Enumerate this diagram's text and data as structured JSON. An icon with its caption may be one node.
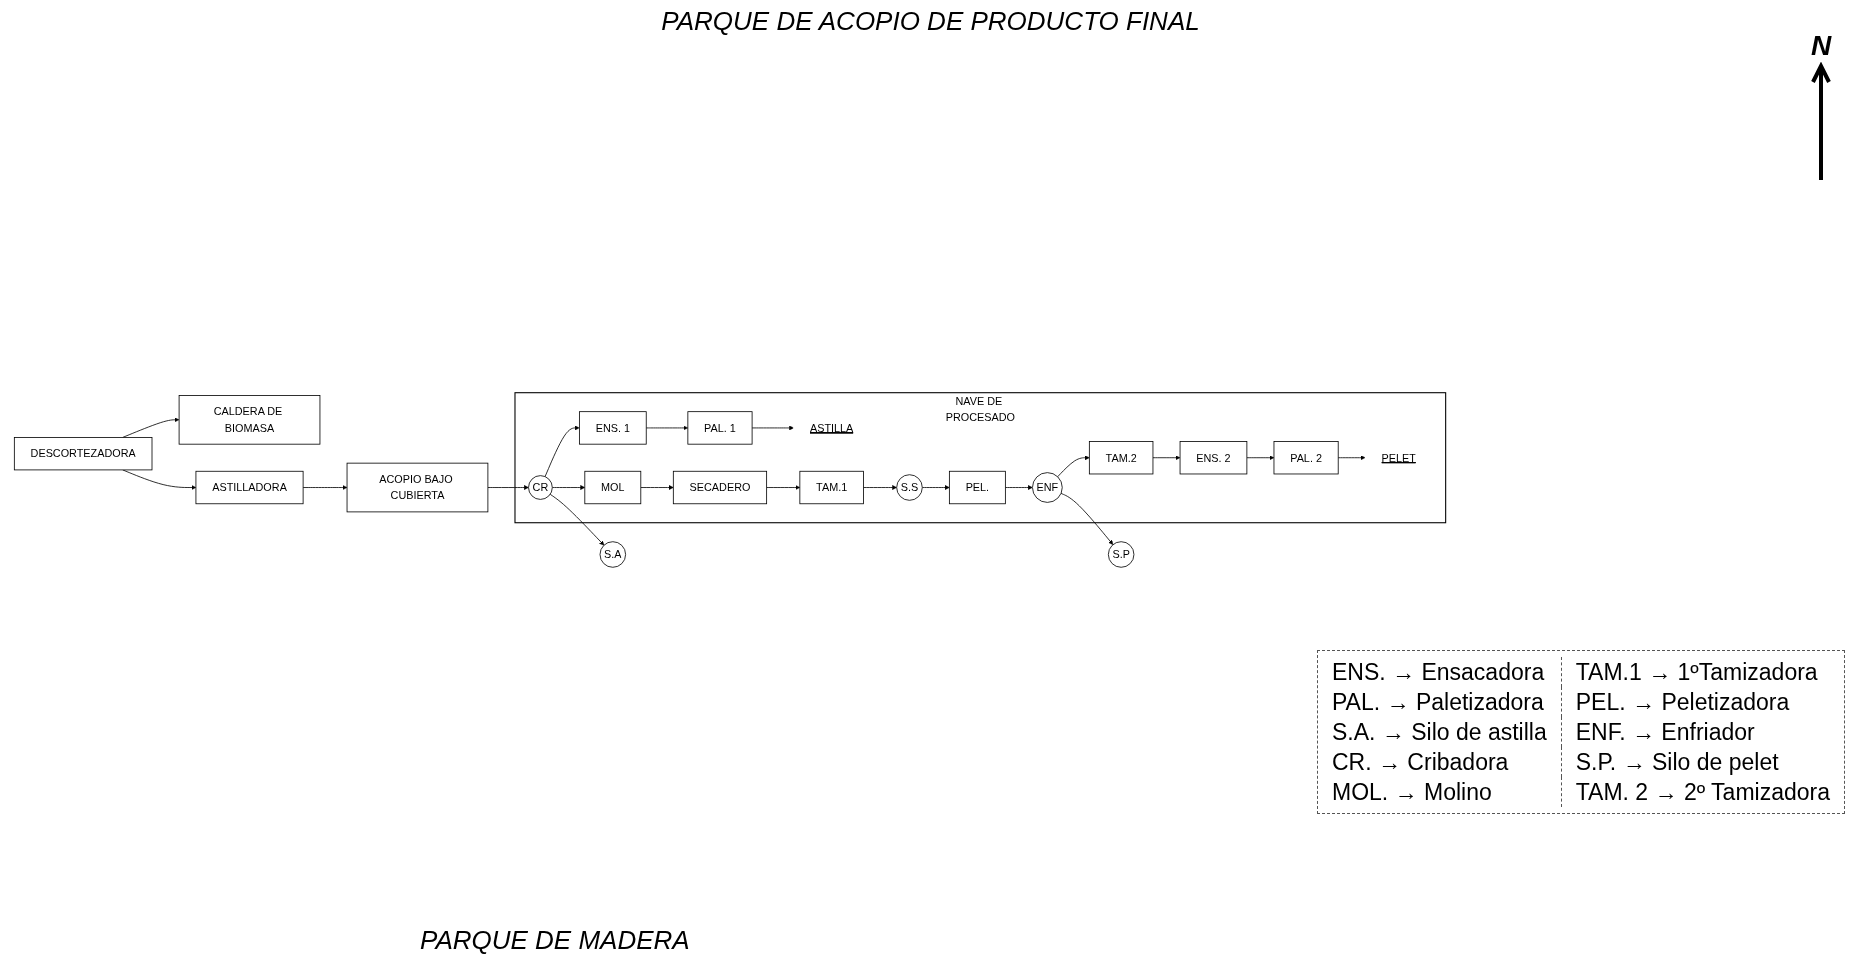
{
  "diagram": {
    "nodes": [
      {
        "text": [
          "NAVE DE PROCESADO"
        ]
      },
      {
        "text": [
          "ENS. 1"
        ],
        "in": 0
      },
      {
        "text": [
          "PAL. 1"
        ],
        "in": 0
      },
      {
        "text": [
          "ASTILLA"
        ],
        "in": 0
      },
      {
        "text": [
          "PELET"
        ],
        "in": 0
      },
      {
        "text": [
          "PAL. 2"
        ],
        "in": 0
      },
      {
        "text": [
          "ENS. 2"
        ],
        "in": 0
      },
      {
        "text": [
          "TAM.2"
        ],
        "in": 0
      },
      {
        "text": [
          "S.A"
        ]
      },
      {
        "text": [
          "CR"
        ],
        "in": 0
      },
      {
        "text": [
          "MOL"
        ],
        "in": 0
      },
      {
        "text": [
          "SECADERO"
        ],
        "in": 0
      },
      {
        "text": [
          "TAM.1"
        ],
        "in": 0
      },
      {
        "text": [
          "S.S"
        ],
        "in": 0
      },
      {
        "text": [
          "PEL."
        ],
        "in": 0
      },
      {
        "text": [
          "ENF"
        ],
        "in": 0
      },
      {
        "text": [
          "S.P"
        ]
      },
      {
        "text": [
          "ACOPIO BAJO CUBIERTA"
        ]
      },
      {
        "text": [
          "CALDERA DE BIOMASA"
        ]
      },
      {
        "text": [
          "ASTILLADORA"
        ]
      },
      {
        "text": [
          "DESCORTEZADORA"
        ]
      }
    ],
    "edges": [
      {
        "from": 9,
        "to": 1,
        "arrow": "to"
      },
      {
        "from": 1,
        "to": 2,
        "arrow": "to"
      },
      {
        "from": 2,
        "to": 3,
        "arrow": "to"
      },
      {
        "from": 7,
        "to": 6,
        "arrow": "to"
      },
      {
        "from": 6,
        "to": 5,
        "arrow": "to"
      },
      {
        "from": 5,
        "to": 4,
        "arrow": "to"
      },
      {
        "from": 15,
        "to": 7,
        "arrow": "to"
      },
      {
        "from": 9,
        "to": 8,
        "arrow": "to"
      },
      {
        "from": 9,
        "to": 10,
        "arrow": "to"
      },
      {
        "from": 10,
        "to": 11,
        "arrow": "to"
      },
      {
        "from": 11,
        "to": 12,
        "arrow": "to"
      },
      {
        "from": 12,
        "to": 13,
        "arrow": "to"
      },
      {
        "from": 13,
        "to": 14,
        "arrow": "to"
      },
      {
        "from": 14,
        "to": 15,
        "arrow": "to"
      },
      {
        "from": 15,
        "to": 16,
        "arrow": "to"
      },
      {
        "from": 17,
        "to": 9,
        "arrow": "to"
      },
      {
        "from": 19,
        "to": 17,
        "arrow": "to"
      },
      {
        "from": 20,
        "to": 19,
        "arrow": "to"
      },
      {
        "from": 20,
        "to": 18,
        "arrow": "to"
      }
    ],
    "labels": [
      "PARQUE DE ACOPIO DE PRODUCTO FINAL",
      "N",
      "ENS. → Ensacadora",
      "TAM.1 → 1ºTamizadora",
      "PAL. → Paletizadora",
      "PEL. → Peletizadora",
      "S.A. → Silo de astilla",
      "ENF. → Enfriador",
      "CR. → Cribadora",
      "S.P. → Silo de pelet",
      "MOL. → Molino",
      "TAM. 2 → 2º Tamizadora",
      "PARQUE DE MADERA"
    ]
  }
}
